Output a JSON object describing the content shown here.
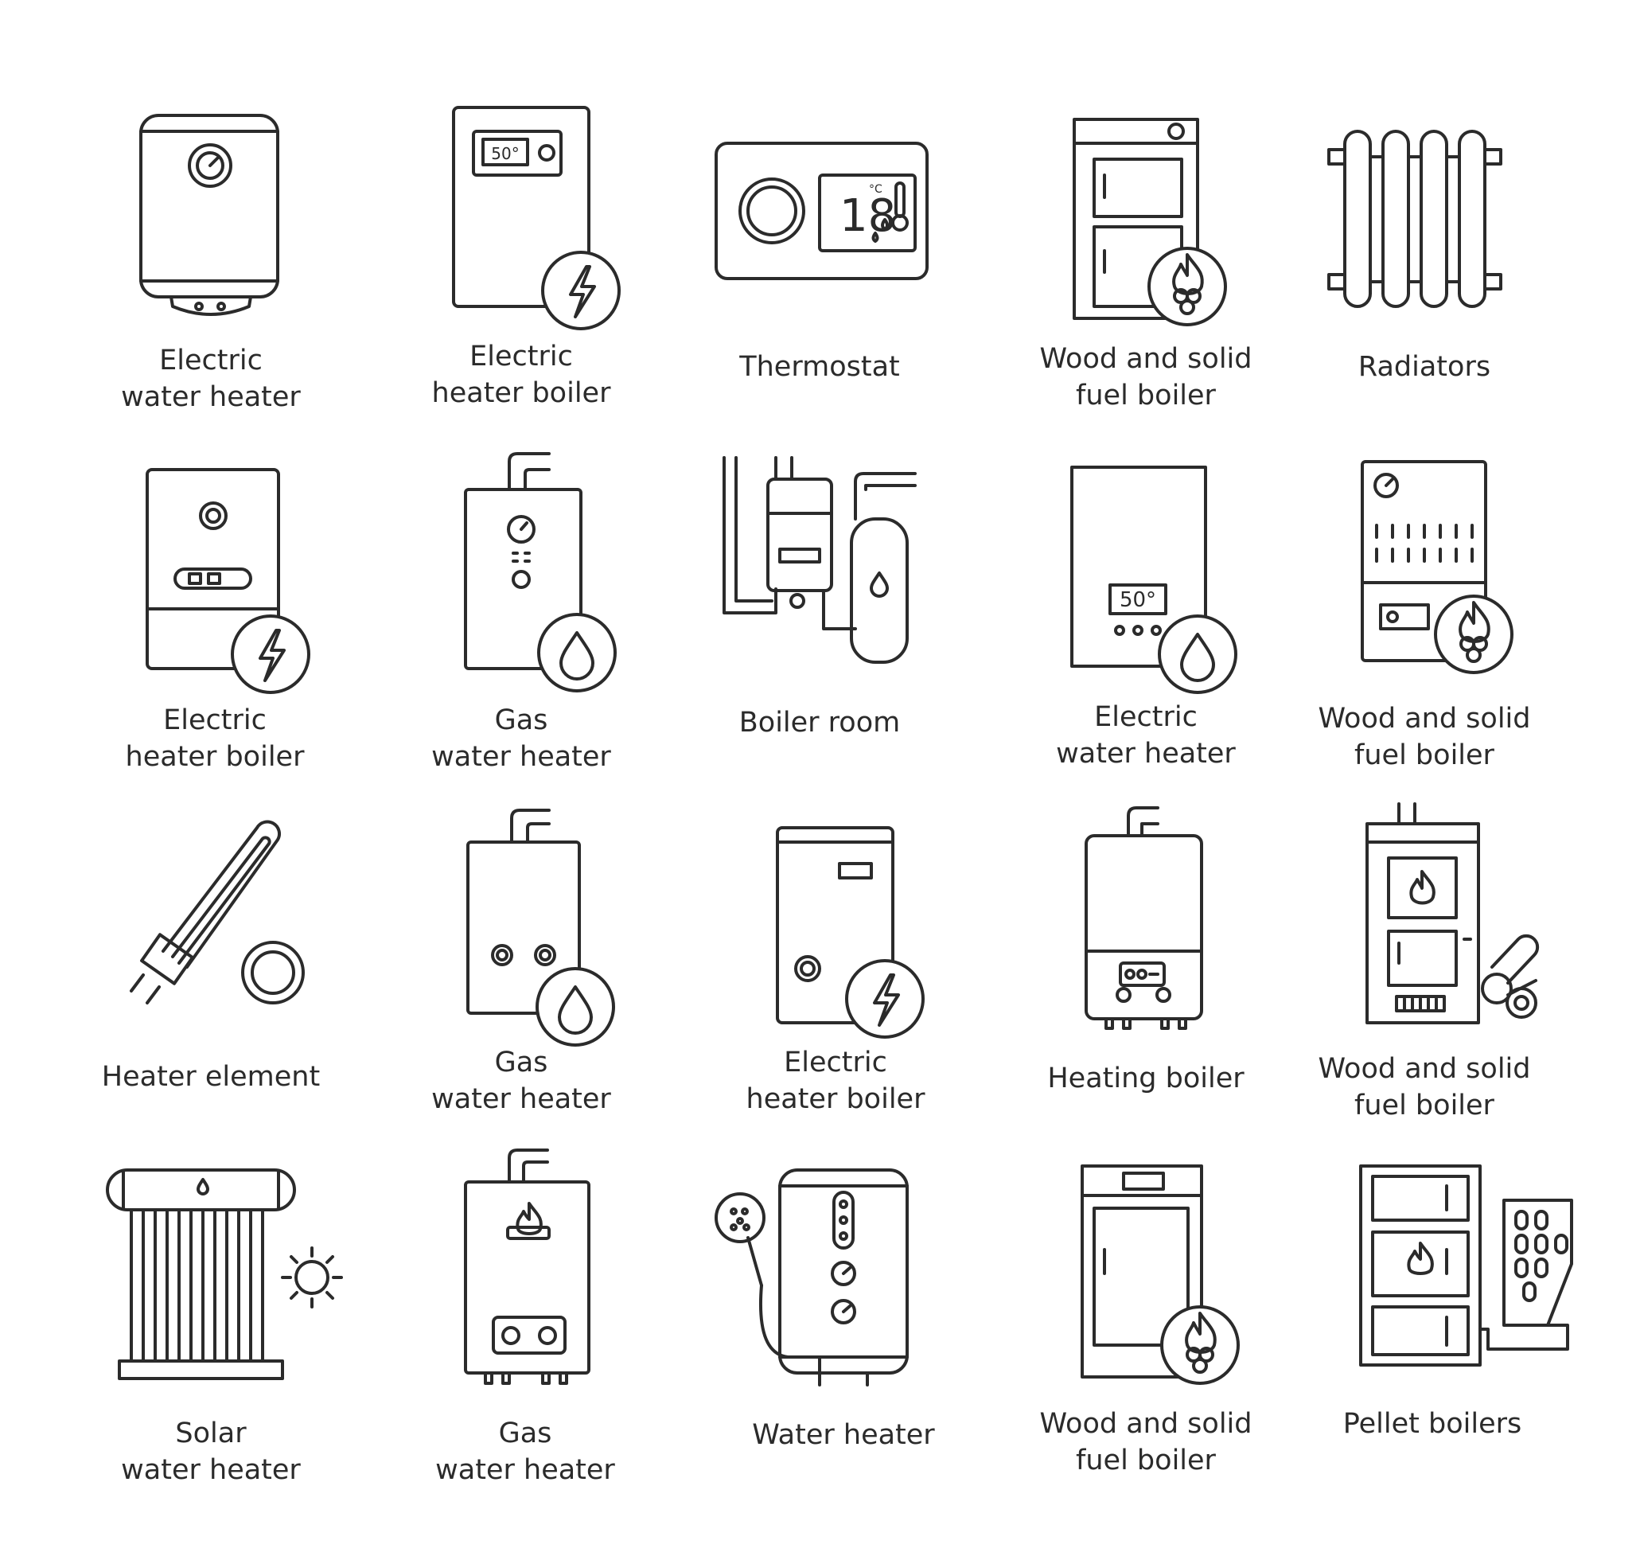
{
  "icons": [
    {
      "label": [
        "Electric",
        "water heater"
      ],
      "icon": "electric-water-heater-icon"
    },
    {
      "label": [
        "Electric",
        "heater boiler"
      ],
      "icon": "electric-heater-boiler-icon",
      "display": "50°"
    },
    {
      "label": [
        "Thermostat"
      ],
      "icon": "thermostat-icon",
      "display": "18",
      "unit": "°C"
    },
    {
      "label": [
        "Wood and solid",
        "fuel boiler"
      ],
      "icon": "solid-fuel-boiler-icon"
    },
    {
      "label": [
        "Radiators"
      ],
      "icon": "radiator-icon"
    },
    {
      "label": [
        "Electric",
        "heater boiler"
      ],
      "icon": "electric-heater-boiler-icon"
    },
    {
      "label": [
        "Gas",
        "water heater"
      ],
      "icon": "gas-water-heater-icon"
    },
    {
      "label": [
        "Boiler room"
      ],
      "icon": "boiler-room-icon"
    },
    {
      "label": [
        "Electric",
        "water heater"
      ],
      "icon": "electric-water-heater-icon",
      "display": "50°"
    },
    {
      "label": [
        "Wood and solid",
        "fuel boiler"
      ],
      "icon": "solid-fuel-boiler-icon"
    },
    {
      "label": [
        "Heater element"
      ],
      "icon": "heater-element-icon"
    },
    {
      "label": [
        "Gas",
        "water heater"
      ],
      "icon": "gas-water-heater-icon"
    },
    {
      "label": [
        "Electric",
        "heater boiler"
      ],
      "icon": "electric-heater-boiler-icon"
    },
    {
      "label": [
        "Heating boiler"
      ],
      "icon": "heating-boiler-icon"
    },
    {
      "label": [
        "Wood and solid",
        "fuel boiler"
      ],
      "icon": "solid-fuel-boiler-icon"
    },
    {
      "label": [
        "Solar",
        "water heater"
      ],
      "icon": "solar-water-heater-icon"
    },
    {
      "label": [
        "Gas",
        "water heater"
      ],
      "icon": "gas-water-heater-icon"
    },
    {
      "label": [
        "Water heater"
      ],
      "icon": "water-heater-shower-icon"
    },
    {
      "label": [
        "Wood and solid",
        "fuel boiler"
      ],
      "icon": "solid-fuel-boiler-icon"
    },
    {
      "label": [
        "Pellet boilers"
      ],
      "icon": "pellet-boiler-icon"
    }
  ]
}
